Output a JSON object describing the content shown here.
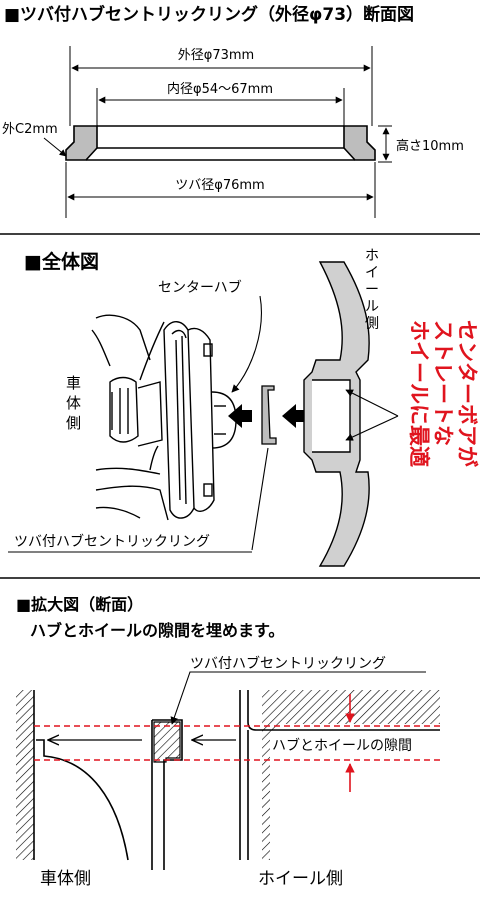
{
  "section1": {
    "title": "■ツバ付ハブセントリックリング（外径φ73）断面図",
    "outer_dia": "外径φ73mm",
    "inner_dia": "内径φ54～67mm",
    "chamfer": "外C2mm",
    "height": "高さ10mm",
    "flange_dia": "ツバ径φ76mm"
  },
  "section2": {
    "title": "■全体図",
    "center_hub": "センターハブ",
    "wheel_side": [
      "ホ",
      "イ",
      "ー",
      "ル",
      "側"
    ],
    "car_side": [
      "車",
      "体",
      "側"
    ],
    "ring_label": "ツバ付ハブセントリックリング",
    "callout_lines": [
      "センターボアが",
      "ストレートな",
      "ホイールに最適"
    ]
  },
  "section3": {
    "title": "■拡大図（断面）",
    "subtitle": "ハブとホイールの隙間を埋めます。",
    "ring_label": "ツバ付ハブセントリックリング",
    "gap_label": "ハブとホイールの隙間",
    "car_side": "車体側",
    "wheel_side": "ホイール側"
  },
  "colors": {
    "accent_red": "#e0141e",
    "ring_fill": "#bdbdbd",
    "line": "#000000"
  }
}
